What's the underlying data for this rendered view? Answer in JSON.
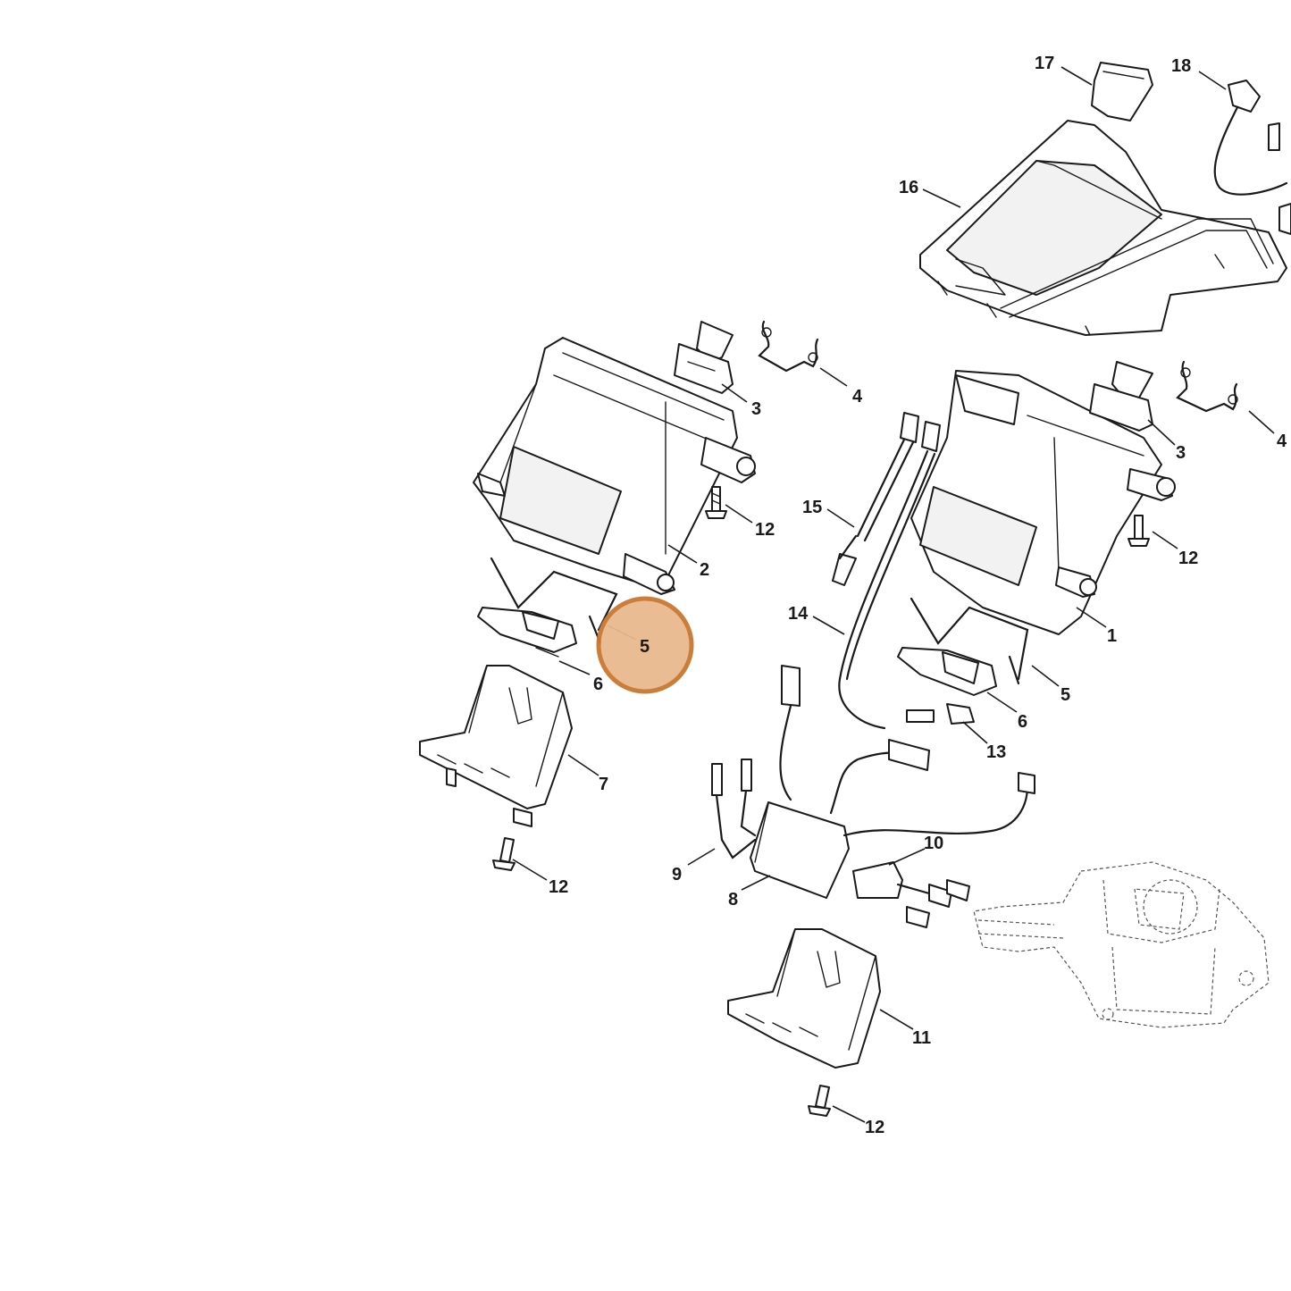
{
  "diagram": {
    "highlight_color": "#e8b98e",
    "highlight_stroke": "#c8782f",
    "highlighted_part": "5",
    "callouts": [
      {
        "id": "c17",
        "label": "17"
      },
      {
        "id": "c18",
        "label": "18"
      },
      {
        "id": "c16",
        "label": "16"
      },
      {
        "id": "c4a",
        "label": "4"
      },
      {
        "id": "c3a",
        "label": "3"
      },
      {
        "id": "c12a",
        "label": "12"
      },
      {
        "id": "c2",
        "label": "2"
      },
      {
        "id": "c15",
        "label": "15"
      },
      {
        "id": "c14",
        "label": "14"
      },
      {
        "id": "c5a",
        "label": "5"
      },
      {
        "id": "c6a",
        "label": "6"
      },
      {
        "id": "c7",
        "label": "7"
      },
      {
        "id": "c12b",
        "label": "12"
      },
      {
        "id": "c4b",
        "label": "4"
      },
      {
        "id": "c3b",
        "label": "3"
      },
      {
        "id": "c12c",
        "label": "12"
      },
      {
        "id": "c1",
        "label": "1"
      },
      {
        "id": "c5b",
        "label": "5"
      },
      {
        "id": "c6b",
        "label": "6"
      },
      {
        "id": "c13",
        "label": "13"
      },
      {
        "id": "c10",
        "label": "10"
      },
      {
        "id": "c9",
        "label": "9"
      },
      {
        "id": "c8",
        "label": "8"
      },
      {
        "id": "c11",
        "label": "11"
      },
      {
        "id": "c12d",
        "label": "12"
      }
    ]
  }
}
